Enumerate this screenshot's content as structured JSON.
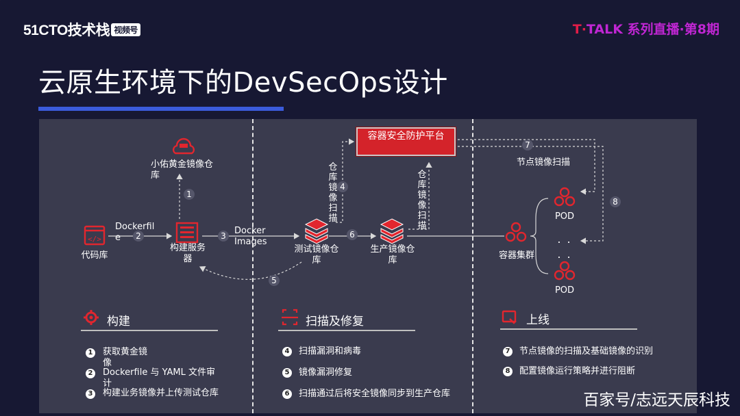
{
  "header": {
    "logo_text": "51CTO技术栈",
    "logo_badge": "视频号",
    "talk_t": "T·",
    "talk_rest": "TALK 系列直播·第8期"
  },
  "title": "云原生环境下的DevSecOps设计",
  "diagram": {
    "platform": "容器安全防护平台",
    "golden_repo": "小佑黄金镜像仓库",
    "code_repo": "代码库",
    "build_service": "构建服务器",
    "dockerfile": "Dockerfile",
    "docker_images": "Docker Images",
    "test_repo": "测试镜像仓库",
    "prod_repo": "生产镜像仓库",
    "repo_scan_a": "仓库镜像扫描",
    "repo_scan_b": "仓库镜像扫描",
    "node_scan": "节点镜像扫描",
    "cluster": "容器集群",
    "pod_top": "POD",
    "pod_bottom": "POD",
    "dots": ". .",
    "dots2": ". .",
    "steps": [
      "1",
      "2",
      "3",
      "4",
      "5",
      "6",
      "7",
      "8"
    ]
  },
  "sections": {
    "build": {
      "title": "构建",
      "items": [
        {
          "num": "1",
          "text": "获取黄金镜像"
        },
        {
          "num": "2",
          "text": "Dockerfile 与 YAML 文件审计"
        },
        {
          "num": "3",
          "text": "构建业务镜像并上传测试仓库"
        }
      ]
    },
    "scan": {
      "title": "扫描及修复",
      "items": [
        {
          "num": "4",
          "text": "扫描漏洞和病毒"
        },
        {
          "num": "5",
          "text": "镜像漏洞修复"
        },
        {
          "num": "6",
          "text": "扫描通过后将安全镜像同步到生产仓库"
        }
      ]
    },
    "release": {
      "title": "上线",
      "items": [
        {
          "num": "7",
          "text": "节点镜像的扫描及基础镜像的识别"
        },
        {
          "num": "8",
          "text": "配置镜像运行策略并进行阻断"
        }
      ]
    }
  },
  "watermark": "百家号/志远天辰科技",
  "colors": {
    "accent_red": "#d4232a",
    "title_bar": "#3b5bdb",
    "panel": "#3a3b4e",
    "bg": "#171833"
  }
}
